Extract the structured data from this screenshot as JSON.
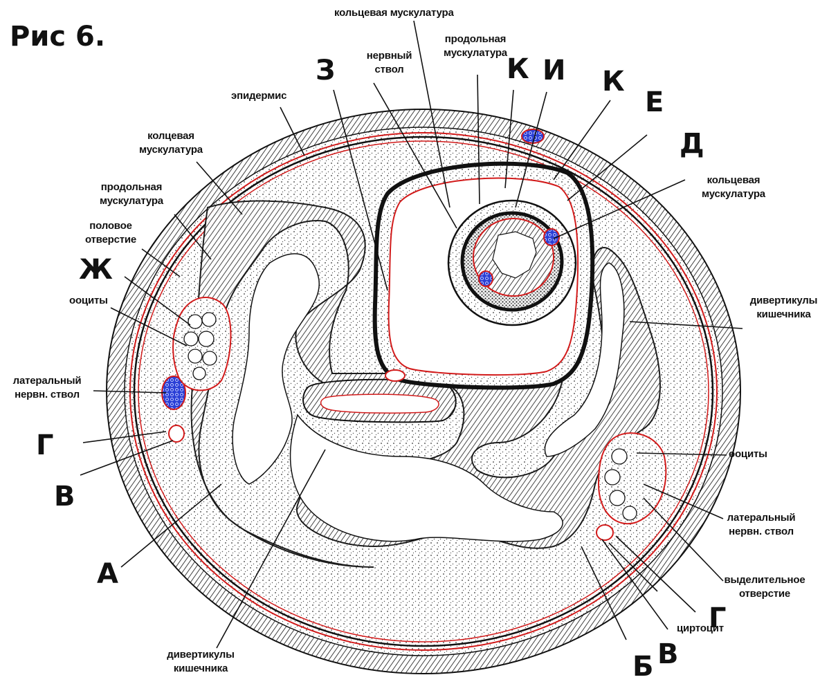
{
  "figure": {
    "title": "Рис 6.",
    "labels": {
      "ring_muscle_top": "кольцевая мускулатура",
      "long_muscle_top_1": "продольная",
      "long_muscle_top_2": "мускулатура",
      "nerve_trunk_1": "нервный",
      "nerve_trunk_2": "ствол",
      "epidermis": "эпидермис",
      "ring_muscle_left_1": "колцевая",
      "ring_muscle_left_2": "мускулатура",
      "long_muscle_left_1": "продольная",
      "long_muscle_left_2": "мускулатура",
      "genital_pore_1": "половое",
      "genital_pore_2": "отверстие",
      "oocytes_left": "ооциты",
      "lateral_nerve_left_1": "латеральный",
      "lateral_nerve_left_2": "нервн. ствол",
      "ring_muscle_right_1": "кольцевая",
      "ring_muscle_right_2": "мускулатура",
      "gut_diverticula_right_1": "дивертикулы",
      "gut_diverticula_right_2": "кишечника",
      "oocytes_right": "ооциты",
      "lateral_nerve_right_1": "латеральный",
      "lateral_nerve_right_2": "нервн. ствол",
      "excretory_pore_1": "выделительное",
      "excretory_pore_2": "отверстие",
      "cyrtocyte": "циртоцит",
      "gut_diverticula_bottom_1": "дивертикулы",
      "gut_diverticula_bottom_2": "кишечника"
    },
    "letters": {
      "z": "З",
      "k1": "К",
      "i": "И",
      "k2": "К",
      "e": "Е",
      "d": "Д",
      "zh": "Ж",
      "g_left": "Г",
      "v_left": "В",
      "a": "А",
      "g_right": "Г",
      "v_right": "В",
      "b": "Б"
    },
    "colors": {
      "ink": "#111111",
      "membrane_red": "#d21a1a",
      "nerve_blue": "#2a3fd6"
    }
  }
}
